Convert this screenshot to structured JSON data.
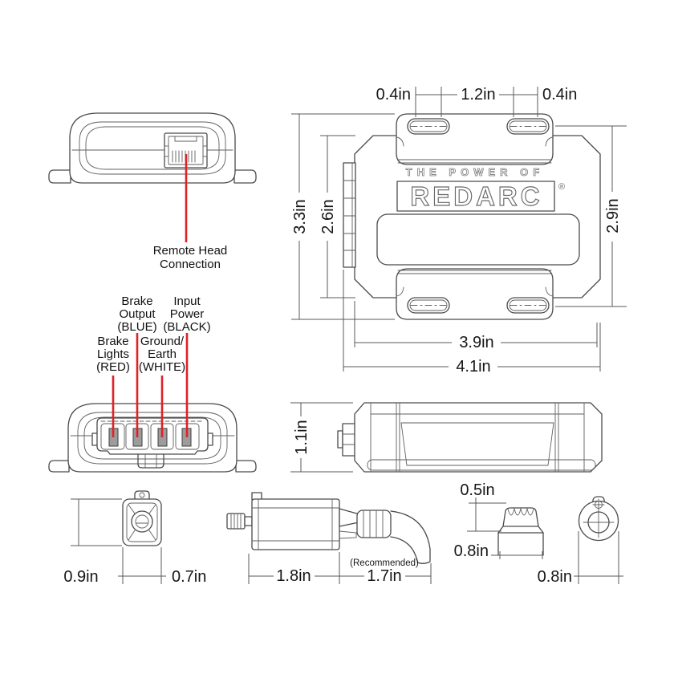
{
  "brand": {
    "tagline": "THE POWER OF",
    "logo": "REDARC",
    "registered": "®"
  },
  "labels": {
    "remote_head": {
      "line1": "Remote Head",
      "line2": "Connection"
    },
    "brake_lights": {
      "line1": "Brake",
      "line2": "Lights",
      "line3": "(RED)"
    },
    "brake_output": {
      "line1": "Brake",
      "line2": "Output",
      "line3": "(BLUE)"
    },
    "ground_earth": {
      "line1": "Ground/",
      "line2": "Earth",
      "line3": "(WHITE)"
    },
    "input_power": {
      "line1": "Input",
      "line2": "Power",
      "line3": "(BLACK)"
    }
  },
  "dims": {
    "top_view": {
      "slot_left": "0.4in",
      "slot_span": "1.2in",
      "slot_right": "0.4in",
      "overall_height": "3.3in",
      "body_height": "2.6in",
      "mount_span": "2.9in",
      "body_width": "3.9in",
      "overall_width": "4.1in"
    },
    "side_view": {
      "height": "1.1in"
    },
    "remote_head_rear": {
      "height": "0.9in",
      "width": "0.7in"
    },
    "remote_head_side": {
      "length": "1.8in",
      "cable_bend": "1.7in",
      "cable_note": "(Recommended)"
    },
    "knob_side": {
      "cap_height": "0.5in",
      "width": "0.8in"
    },
    "knob_front": {
      "diameter": "0.8in"
    }
  },
  "colors": {
    "line": "#4a4a4a",
    "dimension": "#585858",
    "leader_red": "#e02128",
    "text": "#161616",
    "pin_fill": "#9c9c9c",
    "background": "#ffffff"
  }
}
